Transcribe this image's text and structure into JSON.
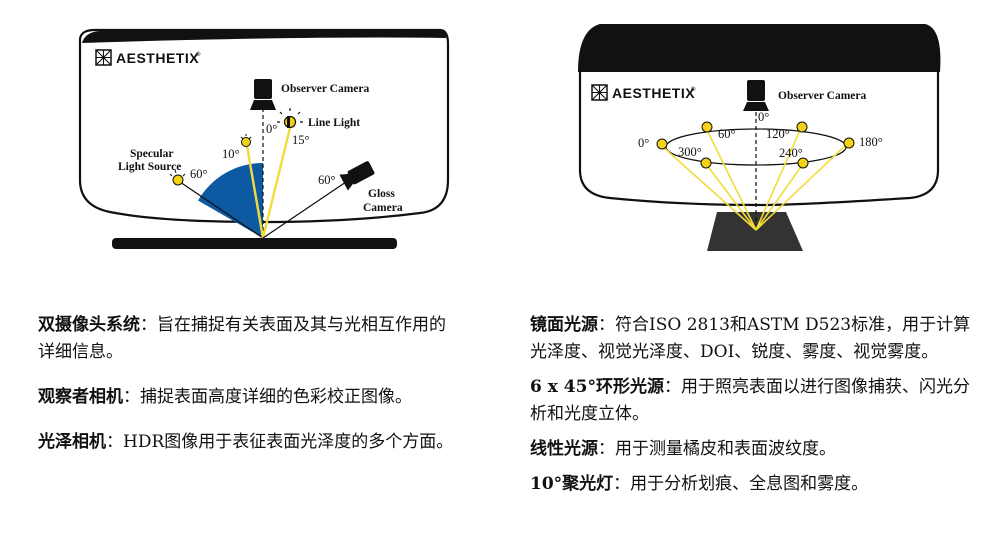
{
  "left_device": {
    "brand": "AESTHETIX",
    "trademark": "®",
    "observer_camera": "Observer Camera",
    "line_light": "Line Light",
    "specular_light_source": [
      "Specular",
      "Light Source"
    ],
    "gloss_camera": [
      "Gloss",
      "Camera"
    ],
    "angles": {
      "obs": "0°",
      "line": "15°",
      "spot": "10°",
      "specular": "60°",
      "gloss": "60°"
    }
  },
  "right_device": {
    "brand": "AESTHETIX",
    "trademark": "®",
    "observer_camera": "Observer Camera",
    "angles": {
      "top": "0°",
      "a0": "0°",
      "a60": "60°",
      "a120": "120°",
      "a180": "180°",
      "a240": "240°",
      "a300": "300°"
    }
  },
  "descriptions": {
    "left": [
      {
        "term": "双摄像头系统",
        "sep": "：",
        "text": "旨在捕捉有关表面及其与光相互作用的详细信息。"
      },
      {
        "term": "观察者相机",
        "sep": "：",
        "text": "捕捉表面高度详细的色彩校正图像。"
      },
      {
        "term": "光泽相机",
        "sep": "：",
        "text": "HDR图像用于表征表面光泽度的多个方面。"
      }
    ],
    "right": [
      {
        "term": "镜面光源",
        "sep": "：",
        "text": "符合ISO 2813和ASTM D523标准，用于计算光泽度、视觉光泽度、DOI、锐度、雾度、视觉雾度。"
      },
      {
        "term": "6 x 45°环形光源",
        "sep": "：",
        "text": "用于照亮表面以进行图像捕获、闪光分析和光度立体。"
      },
      {
        "term": "线性光源",
        "sep": "：",
        "text": "用于测量橘皮和表面波纹度。"
      },
      {
        "term": "10°聚光灯",
        "sep": "：",
        "text": "用于分析划痕、全息图和雾度。"
      }
    ]
  },
  "colors": {
    "bulb": "#f5d21a",
    "ray": "#f2dc3a",
    "wedge": "#0d5aa3",
    "ink": "#111111"
  }
}
